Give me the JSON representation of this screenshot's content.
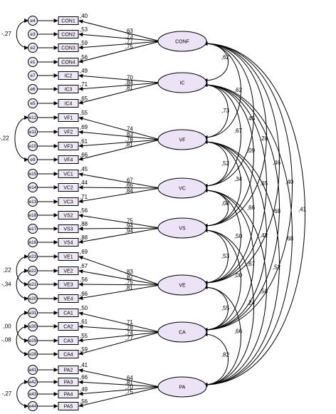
{
  "latents": [
    {
      "name": "CONF",
      "indicators": [
        {
          "name": "CON1",
          "error": "e4",
          "loading": ",63",
          "r2": ",40"
        },
        {
          "name": "CON2",
          "error": "e3",
          "loading": ",73",
          "r2": ",53"
        },
        {
          "name": "CON3",
          "error": "e2",
          "loading": ",77",
          "r2": ",59"
        },
        {
          "name": "CON4",
          "error": "e1",
          "loading": ",75",
          "r2": ",56"
        }
      ]
    },
    {
      "name": "IC",
      "indicators": [
        {
          "name": "IC2",
          "error": "e7",
          "loading": ",70",
          "r2": ",49"
        },
        {
          "name": "IC3",
          "error": "e6",
          "loading": ",84",
          "r2": ",71"
        },
        {
          "name": "IC4",
          "error": "e5",
          "loading": ",81",
          "r2": ",65"
        }
      ]
    },
    {
      "name": "VF",
      "indicators": [
        {
          "name": "VF1",
          "error": "e12",
          "loading": ",74",
          "r2": ",55"
        },
        {
          "name": "VF2",
          "error": "e11",
          "loading": ",83",
          "r2": ",69"
        },
        {
          "name": "VF3",
          "error": "e10",
          "loading": ",78",
          "r2": ",61"
        },
        {
          "name": "VF4",
          "error": "e9",
          "loading": ",81",
          "r2": ",66"
        }
      ]
    },
    {
      "name": "VC",
      "indicators": [
        {
          "name": "VC1",
          "error": "e15",
          "loading": ",67",
          "r2": ",45"
        },
        {
          "name": "VC2",
          "error": "e14",
          "loading": ",66",
          "r2": ",44"
        },
        {
          "name": "VC3",
          "error": "e13",
          "loading": ",84",
          "r2": ",71"
        }
      ]
    },
    {
      "name": "VS",
      "indicators": [
        {
          "name": "VS2",
          "error": "e18",
          "loading": ",75",
          "r2": ",56"
        },
        {
          "name": "VS3",
          "error": "e17",
          "loading": ",94",
          "r2": ",88"
        },
        {
          "name": "VS4",
          "error": "e16",
          "loading": ",94",
          "r2": ",88"
        }
      ]
    },
    {
      "name": "VE",
      "indicators": [
        {
          "name": "VE1",
          "error": "e23",
          "loading": ",83",
          "r2": ",69"
        },
        {
          "name": "VE2",
          "error": "e22",
          "loading": ",82",
          "r2": ",67"
        },
        {
          "name": "VE3",
          "error": "e21",
          "loading": ",75",
          "r2": ",56"
        },
        {
          "name": "VE4",
          "error": "e20",
          "loading": ",81",
          "r2": ",66"
        }
      ]
    },
    {
      "name": "CA",
      "indicators": [
        {
          "name": "CA1",
          "error": "e31",
          "loading": ",71",
          "r2": ",50"
        },
        {
          "name": "CA2",
          "error": "e30",
          "loading": ",78",
          "r2": ",61"
        },
        {
          "name": "CA3",
          "error": "e29",
          "loading": ",74",
          "r2": ",55"
        },
        {
          "name": "CA4",
          "error": "e28",
          "loading": ",77",
          "r2": ",59"
        }
      ]
    },
    {
      "name": "PA",
      "indicators": [
        {
          "name": "PA2",
          "error": "e41",
          "loading": ",64",
          "r2": ",41"
        },
        {
          "name": "PA3",
          "error": "e42",
          "loading": ",81",
          "r2": ",66"
        },
        {
          "name": "PA4",
          "error": "e43",
          "loading": ",70",
          "r2": ",49"
        },
        {
          "name": "PA5",
          "error": "e44",
          "loading": ",75",
          "r2": ",56"
        }
      ]
    }
  ],
  "error_covariances": [
    {
      "from": "e4",
      "to": "e2",
      "value": "-,27"
    },
    {
      "from": "e12",
      "to": "e9",
      "value": "-,22"
    },
    {
      "from": "e23",
      "to": "e21",
      "value": ",22"
    },
    {
      "from": "e22",
      "to": "e20",
      "value": "-,34"
    },
    {
      "from": "e31",
      "to": "e29",
      "value": ",00"
    },
    {
      "from": "e30",
      "to": "e28",
      "value": "-,08"
    },
    {
      "from": "e42",
      "to": "e44",
      "value": "-,27"
    }
  ],
  "correlations": [
    {
      "from": "CONF",
      "to": "IC",
      "value": ",62"
    },
    {
      "from": "CONF",
      "to": "VF",
      "value": ",62"
    },
    {
      "from": "CONF",
      "to": "VC",
      "value": ",45"
    },
    {
      "from": "CONF",
      "to": "VS",
      "value": ",28"
    },
    {
      "from": "CONF",
      "to": "VE",
      "value": ",46"
    },
    {
      "from": "CONF",
      "to": "CA",
      "value": ",40"
    },
    {
      "from": "CONF",
      "to": "PA",
      "value": ",41"
    },
    {
      "from": "IC",
      "to": "VF",
      "value": ",73"
    },
    {
      "from": "IC",
      "to": "VC",
      "value": ",67"
    },
    {
      "from": "IC",
      "to": "VS",
      "value": ",09"
    },
    {
      "from": "IC",
      "to": "VE",
      "value": ",65"
    },
    {
      "from": "IC",
      "to": "CA",
      "value": ",68"
    },
    {
      "from": "IC",
      "to": "PA",
      "value": ",68"
    },
    {
      "from": "VF",
      "to": "VC",
      "value": ",52"
    },
    {
      "from": "VF",
      "to": "VS",
      "value": ",34"
    },
    {
      "from": "VF",
      "to": "VE",
      "value": ",66"
    },
    {
      "from": "VF",
      "to": "CA",
      "value": ",42"
    },
    {
      "from": "VF",
      "to": "PA",
      "value": ",52"
    },
    {
      "from": "VC",
      "to": "VS",
      "value": ",08"
    },
    {
      "from": "VC",
      "to": "VE",
      "value": ",50"
    },
    {
      "from": "VC",
      "to": "CA",
      "value": ",67"
    },
    {
      "from": "VC",
      "to": "PA",
      "value": ",56"
    },
    {
      "from": "VS",
      "to": "VE",
      "value": ",53"
    },
    {
      "from": "VS",
      "to": "CA",
      "value": ",00"
    },
    {
      "from": "VS",
      "to": "PA",
      "value": ",24"
    },
    {
      "from": "VE",
      "to": "CA",
      "value": ",55"
    },
    {
      "from": "VE",
      "to": "PA",
      "value": ",66"
    },
    {
      "from": "CA",
      "to": "PA",
      "value": ",82"
    }
  ]
}
